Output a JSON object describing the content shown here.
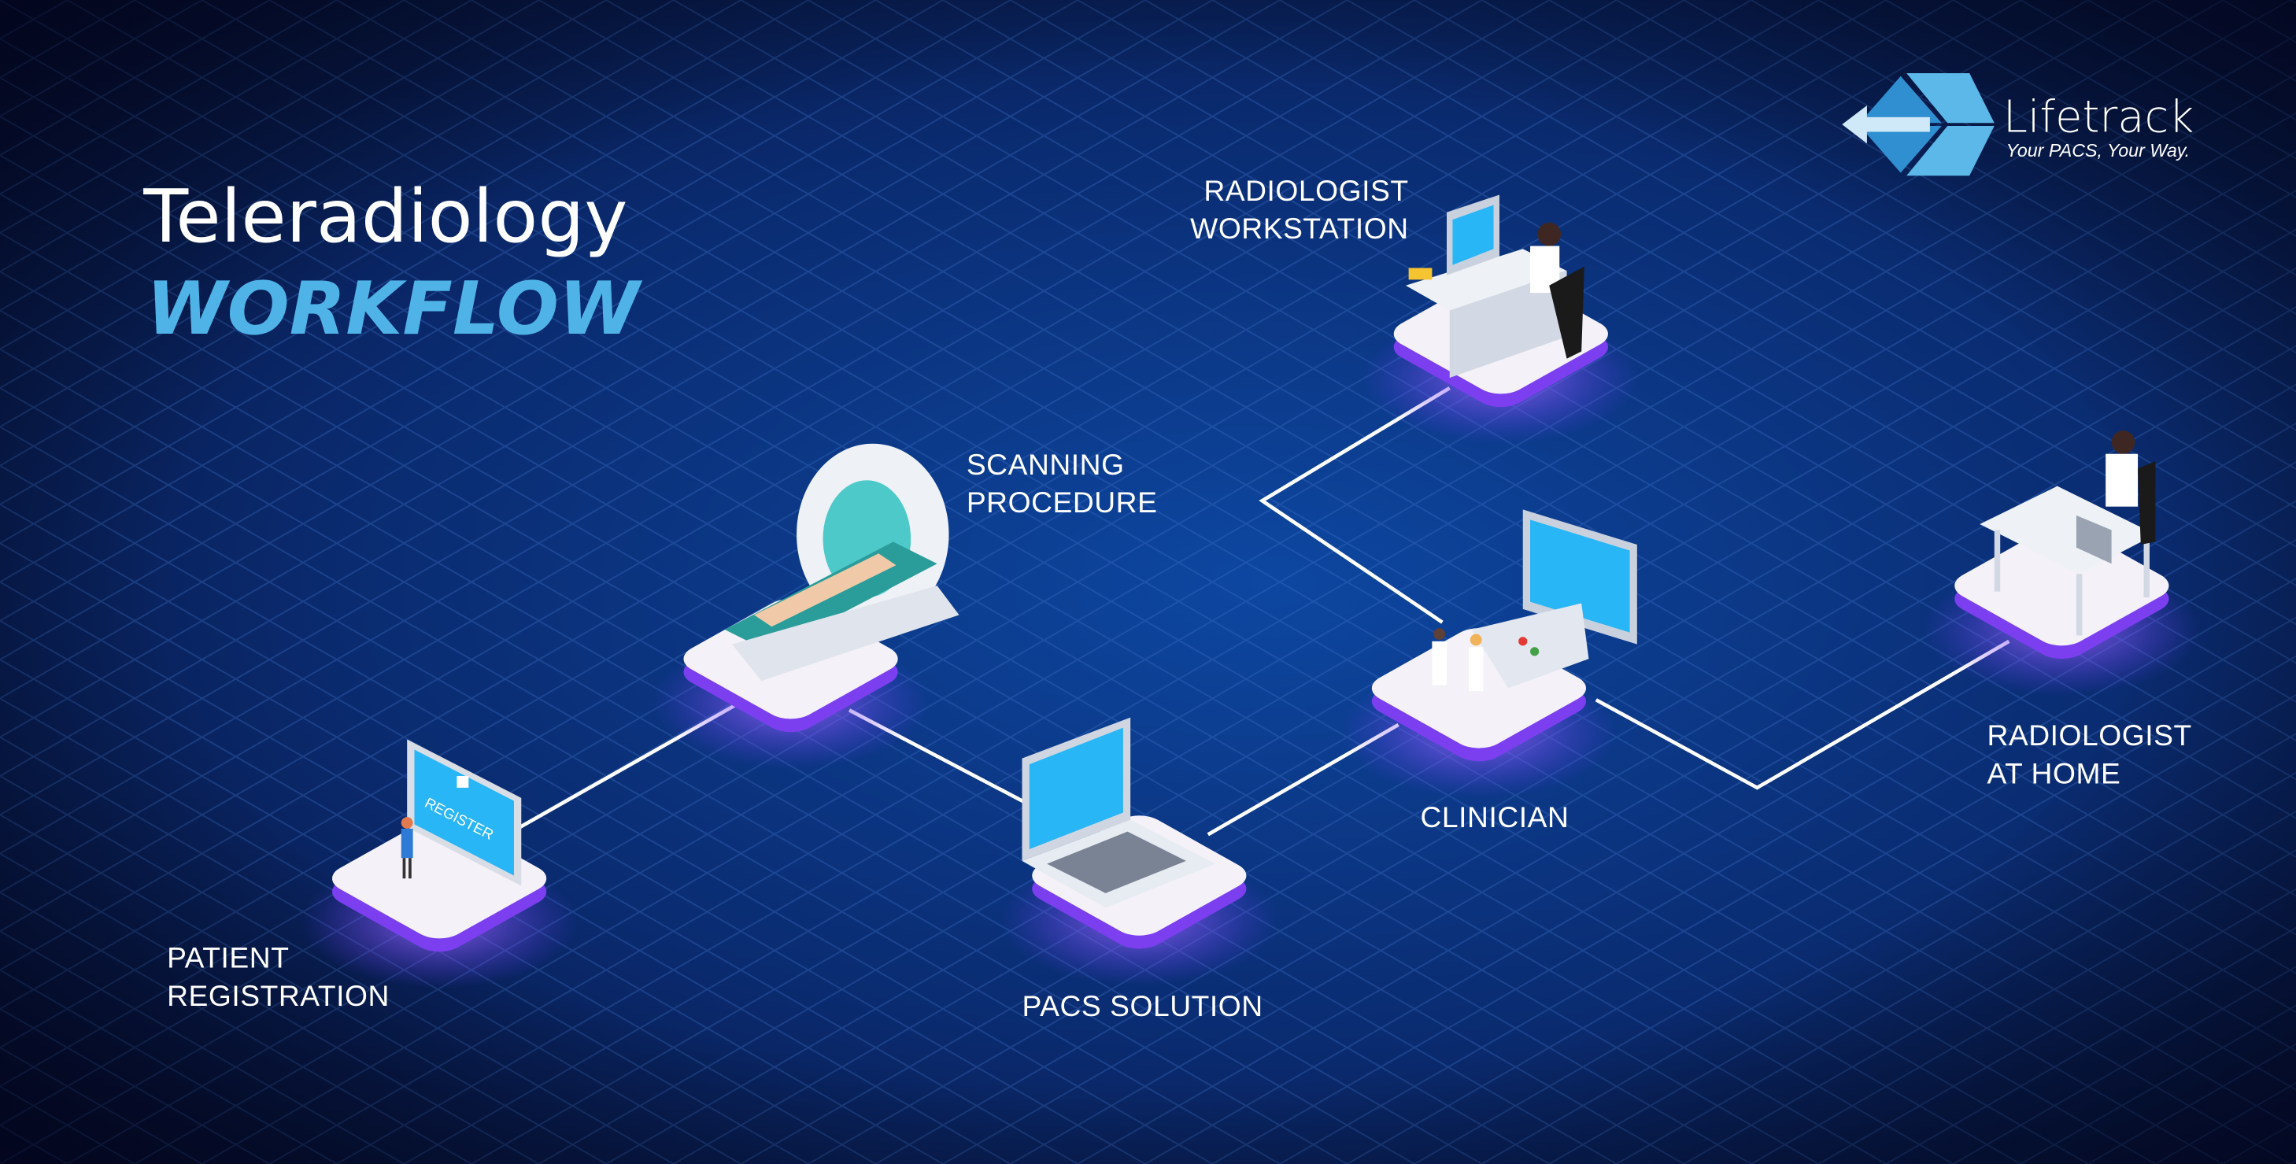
{
  "title": {
    "line1": "Teleradiology",
    "line2": "WORKFLOW"
  },
  "logo": {
    "name": "Lifetrack",
    "tagline": "Your PACS, Your Way."
  },
  "colors": {
    "accent": "#4fb3e8",
    "background": "#0b2a6b",
    "platform_edge": "#7b3ff0",
    "connector": "#ffffff"
  },
  "nodes": [
    {
      "id": "patient-registration",
      "label_lines": [
        "PATIENT",
        "REGISTRATION"
      ],
      "icon": "register-kiosk-icon",
      "screen_text": "REGISTER"
    },
    {
      "id": "scanning-procedure",
      "label_lines": [
        "SCANNING",
        "PROCEDURE"
      ],
      "icon": "mri-scanner-icon"
    },
    {
      "id": "pacs-solution",
      "label_lines": [
        "PACS SOLUTION"
      ],
      "icon": "laptop-icon"
    },
    {
      "id": "clinician",
      "label_lines": [
        "CLINICIAN"
      ],
      "icon": "clinician-console-icon"
    },
    {
      "id": "radiologist-workstation",
      "label_lines": [
        "RADIOLOGIST",
        "WORKSTATION"
      ],
      "icon": "workstation-desk-icon"
    },
    {
      "id": "radiologist-at-home",
      "label_lines": [
        "RADIOLOGIST",
        "AT HOME"
      ],
      "icon": "home-desk-icon"
    }
  ],
  "connections": [
    [
      "patient-registration",
      "scanning-procedure"
    ],
    [
      "scanning-procedure",
      "pacs-solution"
    ],
    [
      "pacs-solution",
      "clinician"
    ],
    [
      "clinician",
      "radiologist-workstation"
    ],
    [
      "clinician",
      "radiologist-at-home"
    ]
  ]
}
